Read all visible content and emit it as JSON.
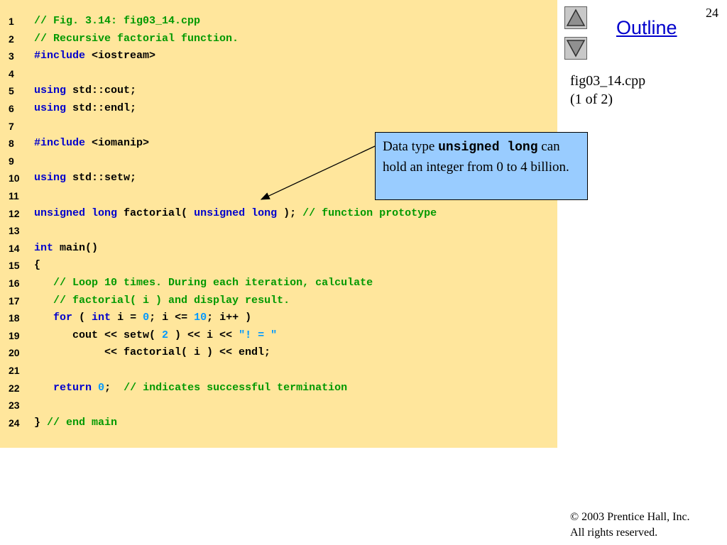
{
  "slide": {
    "number": "24",
    "outline_label": "Outline",
    "file_name": "fig03_14.cpp",
    "file_part": "(1 of 2)",
    "copyright_line1": "© 2003 Prentice Hall, Inc.",
    "copyright_line2": "All rights reserved."
  },
  "callout": {
    "text_before": "Data type ",
    "code_term": "unsigned long",
    "text_after": "can hold an integer from 0 to 4 billion."
  },
  "code_lines": [
    {
      "n": "1",
      "tokens": [
        {
          "t": "// Fig. 3.14: fig03_14.cpp",
          "c": "comment"
        }
      ]
    },
    {
      "n": "2",
      "tokens": [
        {
          "t": "// Recursive factorial function.",
          "c": "comment"
        }
      ]
    },
    {
      "n": "3",
      "tokens": [
        {
          "t": "#include",
          "c": "keyword"
        },
        {
          "t": " <iostream>",
          "c": "plain"
        }
      ]
    },
    {
      "n": "4",
      "tokens": []
    },
    {
      "n": "5",
      "tokens": [
        {
          "t": "using",
          "c": "keyword"
        },
        {
          "t": " std::cout;",
          "c": "plain"
        }
      ]
    },
    {
      "n": "6",
      "tokens": [
        {
          "t": "using",
          "c": "keyword"
        },
        {
          "t": " std::endl;",
          "c": "plain"
        }
      ]
    },
    {
      "n": "7",
      "tokens": []
    },
    {
      "n": "8",
      "tokens": [
        {
          "t": "#include",
          "c": "keyword"
        },
        {
          "t": " <iomanip>",
          "c": "plain"
        }
      ]
    },
    {
      "n": "9",
      "tokens": []
    },
    {
      "n": "10",
      "tokens": [
        {
          "t": "using",
          "c": "keyword"
        },
        {
          "t": " std::setw;",
          "c": "plain"
        }
      ]
    },
    {
      "n": "11",
      "tokens": []
    },
    {
      "n": "12",
      "tokens": [
        {
          "t": "unsigned long",
          "c": "keyword"
        },
        {
          "t": " factorial( ",
          "c": "plain"
        },
        {
          "t": "unsigned long",
          "c": "keyword"
        },
        {
          "t": " ); ",
          "c": "plain"
        },
        {
          "t": "// function prototype",
          "c": "comment"
        }
      ]
    },
    {
      "n": "13",
      "tokens": []
    },
    {
      "n": "14",
      "tokens": [
        {
          "t": "int",
          "c": "keyword"
        },
        {
          "t": " main()",
          "c": "plain"
        }
      ]
    },
    {
      "n": "15",
      "tokens": [
        {
          "t": "{",
          "c": "plain"
        }
      ]
    },
    {
      "n": "16",
      "tokens": [
        {
          "t": "   ",
          "c": "plain"
        },
        {
          "t": "// Loop 10 times. During each iteration, calculate",
          "c": "comment"
        }
      ]
    },
    {
      "n": "17",
      "tokens": [
        {
          "t": "   ",
          "c": "plain"
        },
        {
          "t": "// factorial( i ) and display result.",
          "c": "comment"
        }
      ]
    },
    {
      "n": "18",
      "tokens": [
        {
          "t": "   ",
          "c": "plain"
        },
        {
          "t": "for",
          "c": "keyword"
        },
        {
          "t": " ( ",
          "c": "plain"
        },
        {
          "t": "int",
          "c": "keyword"
        },
        {
          "t": " i = ",
          "c": "plain"
        },
        {
          "t": "0",
          "c": "number"
        },
        {
          "t": "; i <= ",
          "c": "plain"
        },
        {
          "t": "10",
          "c": "number"
        },
        {
          "t": "; i++ )",
          "c": "plain"
        }
      ]
    },
    {
      "n": "19",
      "tokens": [
        {
          "t": "      cout << setw( ",
          "c": "plain"
        },
        {
          "t": "2",
          "c": "number"
        },
        {
          "t": " ) << i << ",
          "c": "plain"
        },
        {
          "t": "\"! = \"",
          "c": "string"
        }
      ]
    },
    {
      "n": "20",
      "tokens": [
        {
          "t": "           << factorial( i ) << endl;",
          "c": "plain"
        }
      ]
    },
    {
      "n": "21",
      "tokens": []
    },
    {
      "n": "22",
      "tokens": [
        {
          "t": "   ",
          "c": "plain"
        },
        {
          "t": "return",
          "c": "keyword"
        },
        {
          "t": " ",
          "c": "plain"
        },
        {
          "t": "0",
          "c": "number"
        },
        {
          "t": ";  ",
          "c": "plain"
        },
        {
          "t": "// indicates successful termination",
          "c": "comment"
        }
      ]
    },
    {
      "n": "23",
      "tokens": []
    },
    {
      "n": "24",
      "tokens": [
        {
          "t": "} ",
          "c": "plain"
        },
        {
          "t": "// end main",
          "c": "comment"
        }
      ]
    }
  ]
}
